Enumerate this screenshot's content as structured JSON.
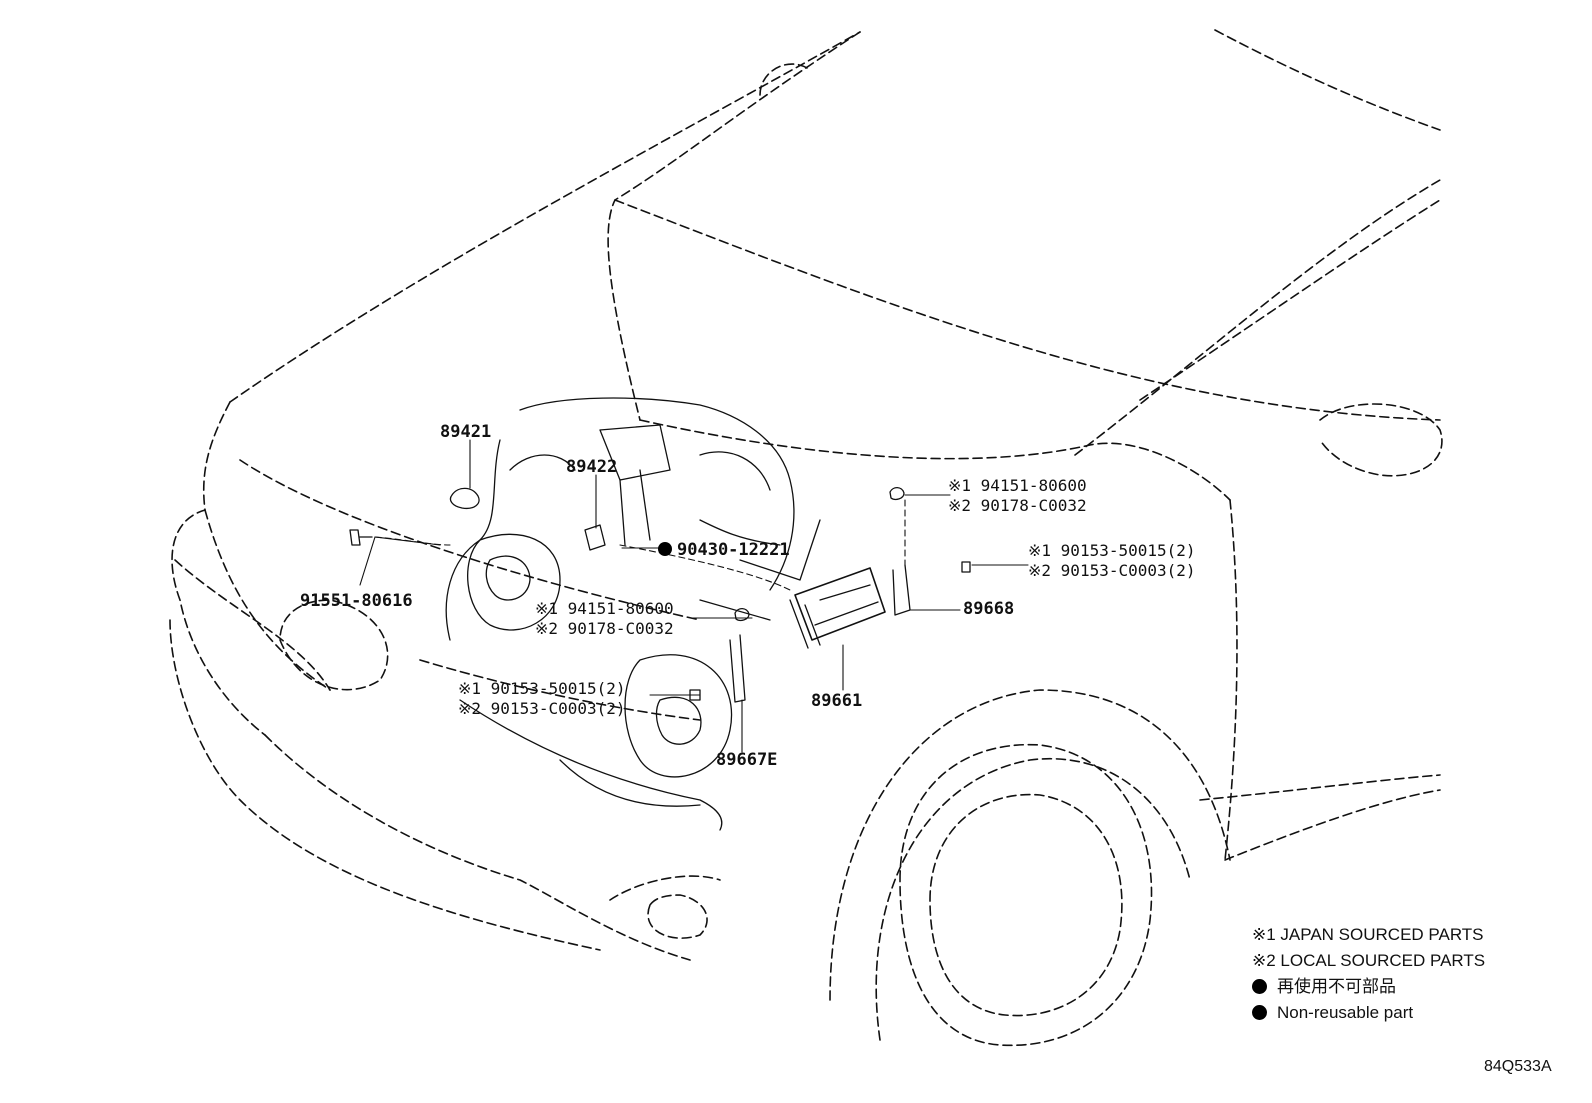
{
  "parts": {
    "p89421": "89421",
    "p89422": "89422",
    "p90430": "90430-12221",
    "p91551": "91551-80616",
    "p89668": "89668",
    "p89661": "89661",
    "p89667E": "89667E",
    "nut_right_1": "※1 94151-80600",
    "nut_right_2": "※2 90178-C0032",
    "bolt_right_1": "※1 90153-50015(2)",
    "bolt_right_2": "※2 90153-C0003(2)",
    "nut_mid_1": "※1 94151-80600",
    "nut_mid_2": "※2 90178-C0032",
    "bolt_low_1": "※1 90153-50015(2)",
    "bolt_low_2": "※2 90153-C0003(2)"
  },
  "legend": {
    "japan": "※1 JAPAN SOURCED PARTS",
    "local": "※2 LOCAL SOURCED PARTS",
    "nonreusable_jp": "再使用不可部品",
    "nonreusable_en": "Non-reusable part"
  },
  "diagram_code": "84Q533A"
}
